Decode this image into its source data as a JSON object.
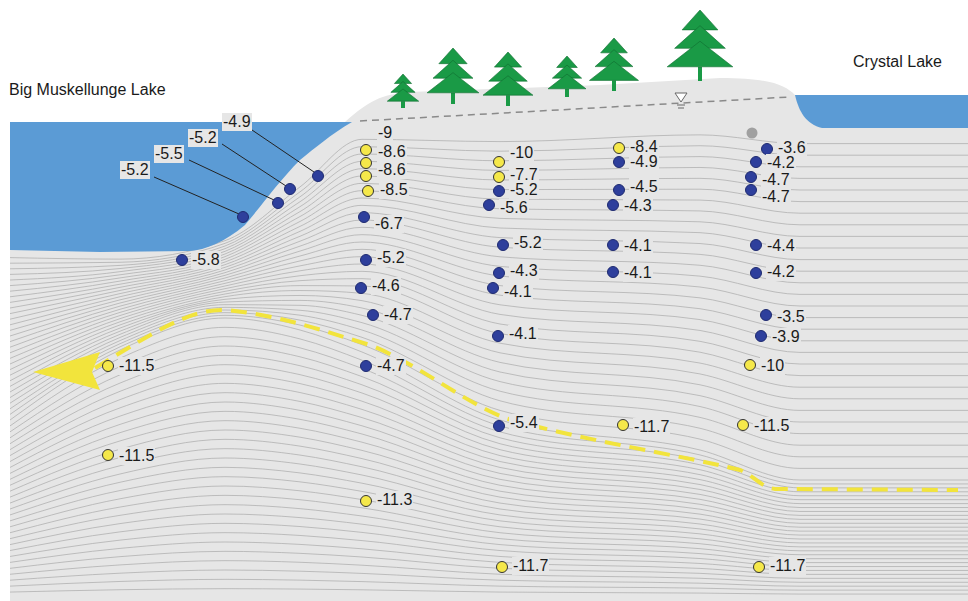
{
  "diagram": {
    "labels": [
      "Big Muskellunge Lake",
      "Crystal Lake",
      "-4.9",
      "-5.2",
      "-5.5",
      "-5.2",
      "-5.8",
      "-11.5",
      "-11.5",
      "-9",
      "-8.6",
      "-8.6",
      "-8.5",
      "-6.7",
      "-5.2",
      "-4.6",
      "-4.7",
      "-4.7",
      "-11.3",
      "-10",
      "-7.7",
      "-5.2",
      "-5.6",
      "-5.2",
      "-4.3",
      "-4.1",
      "-4.1",
      "-5.4",
      "-11.7",
      "-8.4",
      "-4.9",
      "-4.5",
      "-4.3",
      "-4.1",
      "-4.1",
      "-11.7",
      "-3.6",
      "-4.2",
      "-4.7",
      "-4.7",
      "-4.4",
      "-4.2",
      "-3.5",
      "-3.9",
      "-10",
      "-11.5",
      "-11.7"
    ]
  }
}
